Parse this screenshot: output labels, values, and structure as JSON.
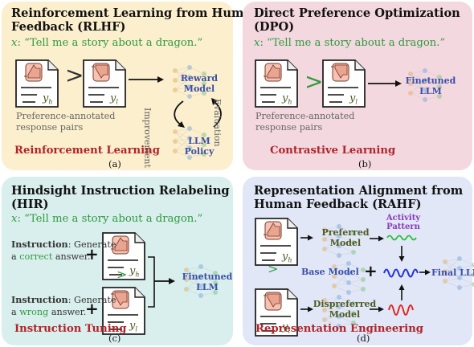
{
  "colors": {
    "panel_a": "#fbefcd",
    "panel_b": "#f3d9df",
    "panel_c": "#d9efed",
    "panel_d": "#e1e7f6",
    "green": "#2f9a3f",
    "red": "#b0242a",
    "blue": "#3b4fa8",
    "olive": "#4c5a23",
    "purple": "#8a39b9"
  },
  "panel_a": {
    "title_line1": "Reinforcement Learning from Human",
    "title_line2": "Feedback (RLHF)",
    "prompt_var": "x",
    "prompt_text": ": “Tell me a story about a dragon.”",
    "gt": ">",
    "y_h": "y",
    "y_h_sub": "h",
    "y_l": "y",
    "y_l_sub": "l",
    "note_line1": "Preference-annotated",
    "note_line2": "response pairs",
    "reward_model_line1": "Reward",
    "reward_model_line2": "Model",
    "policy_line1": "LLM",
    "policy_line2": "Policy",
    "improvement": "Improvement",
    "evaluation": "Evaluation",
    "method": "Reinforcement Learning",
    "caption": "(a)"
  },
  "panel_b": {
    "title_line1": "Direct Preference Optimization",
    "title_line2": "(DPO)",
    "prompt_var": "x",
    "prompt_text": ": “Tell me a story about a dragon.”",
    "gt": ">",
    "y_h": "y",
    "y_h_sub": "h",
    "y_l": "y",
    "y_l_sub": "l",
    "note_line1": "Preference-annotated",
    "note_line2": "response pairs",
    "model_line1": "Finetuned",
    "model_line2": "LLM",
    "method": "Contrastive Learning",
    "caption": "(b)"
  },
  "panel_c": {
    "title_line1": "Hindsight Instruction Relabeling",
    "title_line2": "(HIR)",
    "prompt_var": "x",
    "prompt_text": ": “Tell me a story about a dragon.”",
    "instr1_bold": "Instruction",
    "instr1_rest": ": Generate",
    "instr1_a": "a ",
    "instr1_word": "correct",
    "instr1_b": " answer.",
    "instr2_bold": "Instruction",
    "instr2_rest": ": Generate",
    "instr2_a": "a ",
    "instr2_word": "wrong",
    "instr2_b": " answer.",
    "plus": "+",
    "gt": ">",
    "y_h": "y",
    "y_h_sub": "h",
    "y_l": "y",
    "y_l_sub": "l",
    "model_line1": "Finetuned",
    "model_line2": "LLM",
    "method": "Instruction Tuning",
    "caption": "(c)"
  },
  "panel_d": {
    "title_line1": "Representation Alignment from",
    "title_line2": "Human Feedback (RAHF)",
    "gt": ">",
    "y_h": "y",
    "y_h_sub": "h",
    "y_l": "y",
    "y_l_sub": "l",
    "preferred_line1": "Preferred",
    "preferred_line2": "Model",
    "dispreferred_line1": "Dispreferred",
    "dispreferred_line2": "Model",
    "base_model": "Base Model",
    "plus": "+",
    "activity_line1": "Activity",
    "activity_line2": "Pattern",
    "final_llm": "Final LLM",
    "method": "Representation Engineering",
    "caption": "(d)"
  }
}
